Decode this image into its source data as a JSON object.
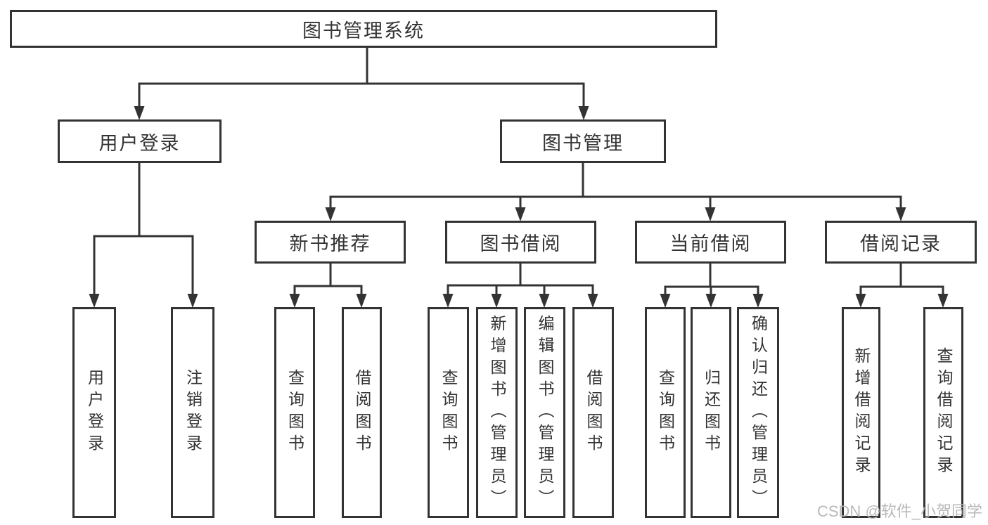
{
  "diagram": {
    "title": "图书管理系统",
    "watermark": "CSDN @软件_小贺同学",
    "colors": {
      "line": "#333333",
      "border": "#333333",
      "box_fill": "#ffffff",
      "text": "#333333",
      "watermark": "#b9b9b9"
    },
    "tree": {
      "label": "图书管理系统",
      "children": [
        {
          "label": "用户登录",
          "children": [
            {
              "label": "用户登录"
            },
            {
              "label": "注销登录"
            }
          ]
        },
        {
          "label": "图书管理",
          "children": [
            {
              "label": "新书推荐",
              "children": [
                {
                  "label": "查询图书"
                },
                {
                  "label": "借阅图书"
                }
              ]
            },
            {
              "label": "图书借阅",
              "children": [
                {
                  "label": "查询图书"
                },
                {
                  "label": "新增图书（管理员）"
                },
                {
                  "label": "编辑图书（管理员）"
                },
                {
                  "label": "借阅图书"
                }
              ]
            },
            {
              "label": "当前借阅",
              "children": [
                {
                  "label": "查询图书"
                },
                {
                  "label": "归还图书"
                },
                {
                  "label": "确认归还（管理员）"
                }
              ]
            },
            {
              "label": "借阅记录",
              "children": [
                {
                  "label": "新增借阅记录"
                },
                {
                  "label": "查询借阅记录"
                }
              ]
            }
          ]
        }
      ]
    }
  }
}
